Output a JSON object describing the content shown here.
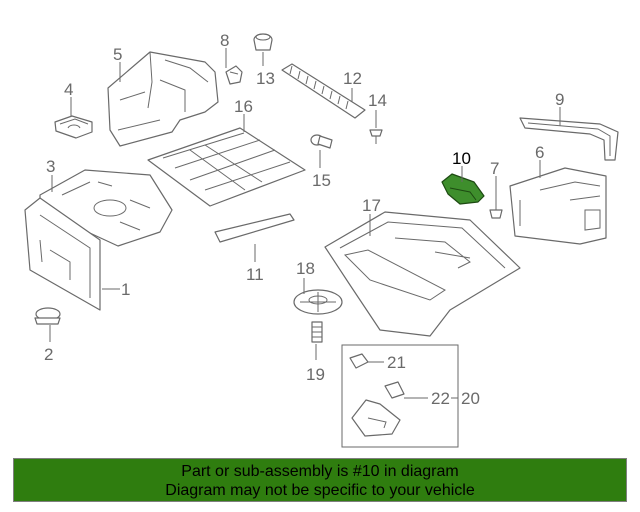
{
  "colors": {
    "highlight": "#3e8e2c",
    "banner_bg": "#2f7d0f",
    "line": "#6a6a6a"
  },
  "callouts": {
    "c1": "1",
    "c2": "2",
    "c3": "3",
    "c4": "4",
    "c5": "5",
    "c6": "6",
    "c7": "7",
    "c8": "8",
    "c9": "9",
    "c10": "10",
    "c11": "11",
    "c12": "12",
    "c13": "13",
    "c14": "14",
    "c15": "15",
    "c16": "16",
    "c17": "17",
    "c18": "18",
    "c19": "19",
    "c20": "20",
    "c21": "21",
    "c22": "22"
  },
  "banner": {
    "line1": "Part or sub-assembly is #10 in diagram",
    "line2": "Diagram may not be specific to your vehicle"
  }
}
